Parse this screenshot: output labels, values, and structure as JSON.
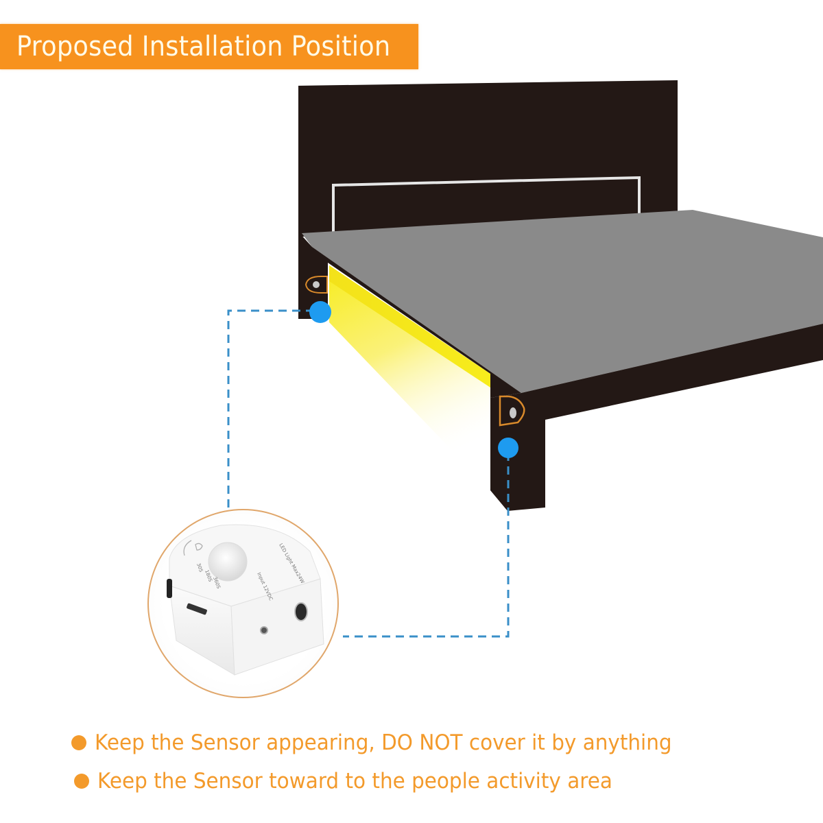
{
  "header": {
    "title": "Proposed Installation Position",
    "banner_color": "#f7921e"
  },
  "illustration": {
    "subject": "bed-with-under-frame-led-strip",
    "bed_color": "#231815",
    "mattress_color": "#8a8a8a",
    "led_glow_color": "#f7ec1c",
    "sensor_markers": [
      {
        "name": "left-sensor-marker",
        "color": "#1e9bf0"
      },
      {
        "name": "right-sensor-marker",
        "color": "#1e9bf0"
      }
    ],
    "connector_color": "#3a8fc8"
  },
  "sensor_device": {
    "labels": {
      "led_output": "LED Light Max24W",
      "power_input": "Input 12VDC",
      "timer_options": [
        "30S",
        "180S",
        "360S"
      ]
    },
    "ring_color": "#e0a66a"
  },
  "notes": [
    {
      "text": "Keep the Sensor appearing, DO NOT cover it by anything"
    },
    {
      "text": "Keep the Sensor toward to the people activity area"
    }
  ],
  "accent_color": "#f39a2b"
}
